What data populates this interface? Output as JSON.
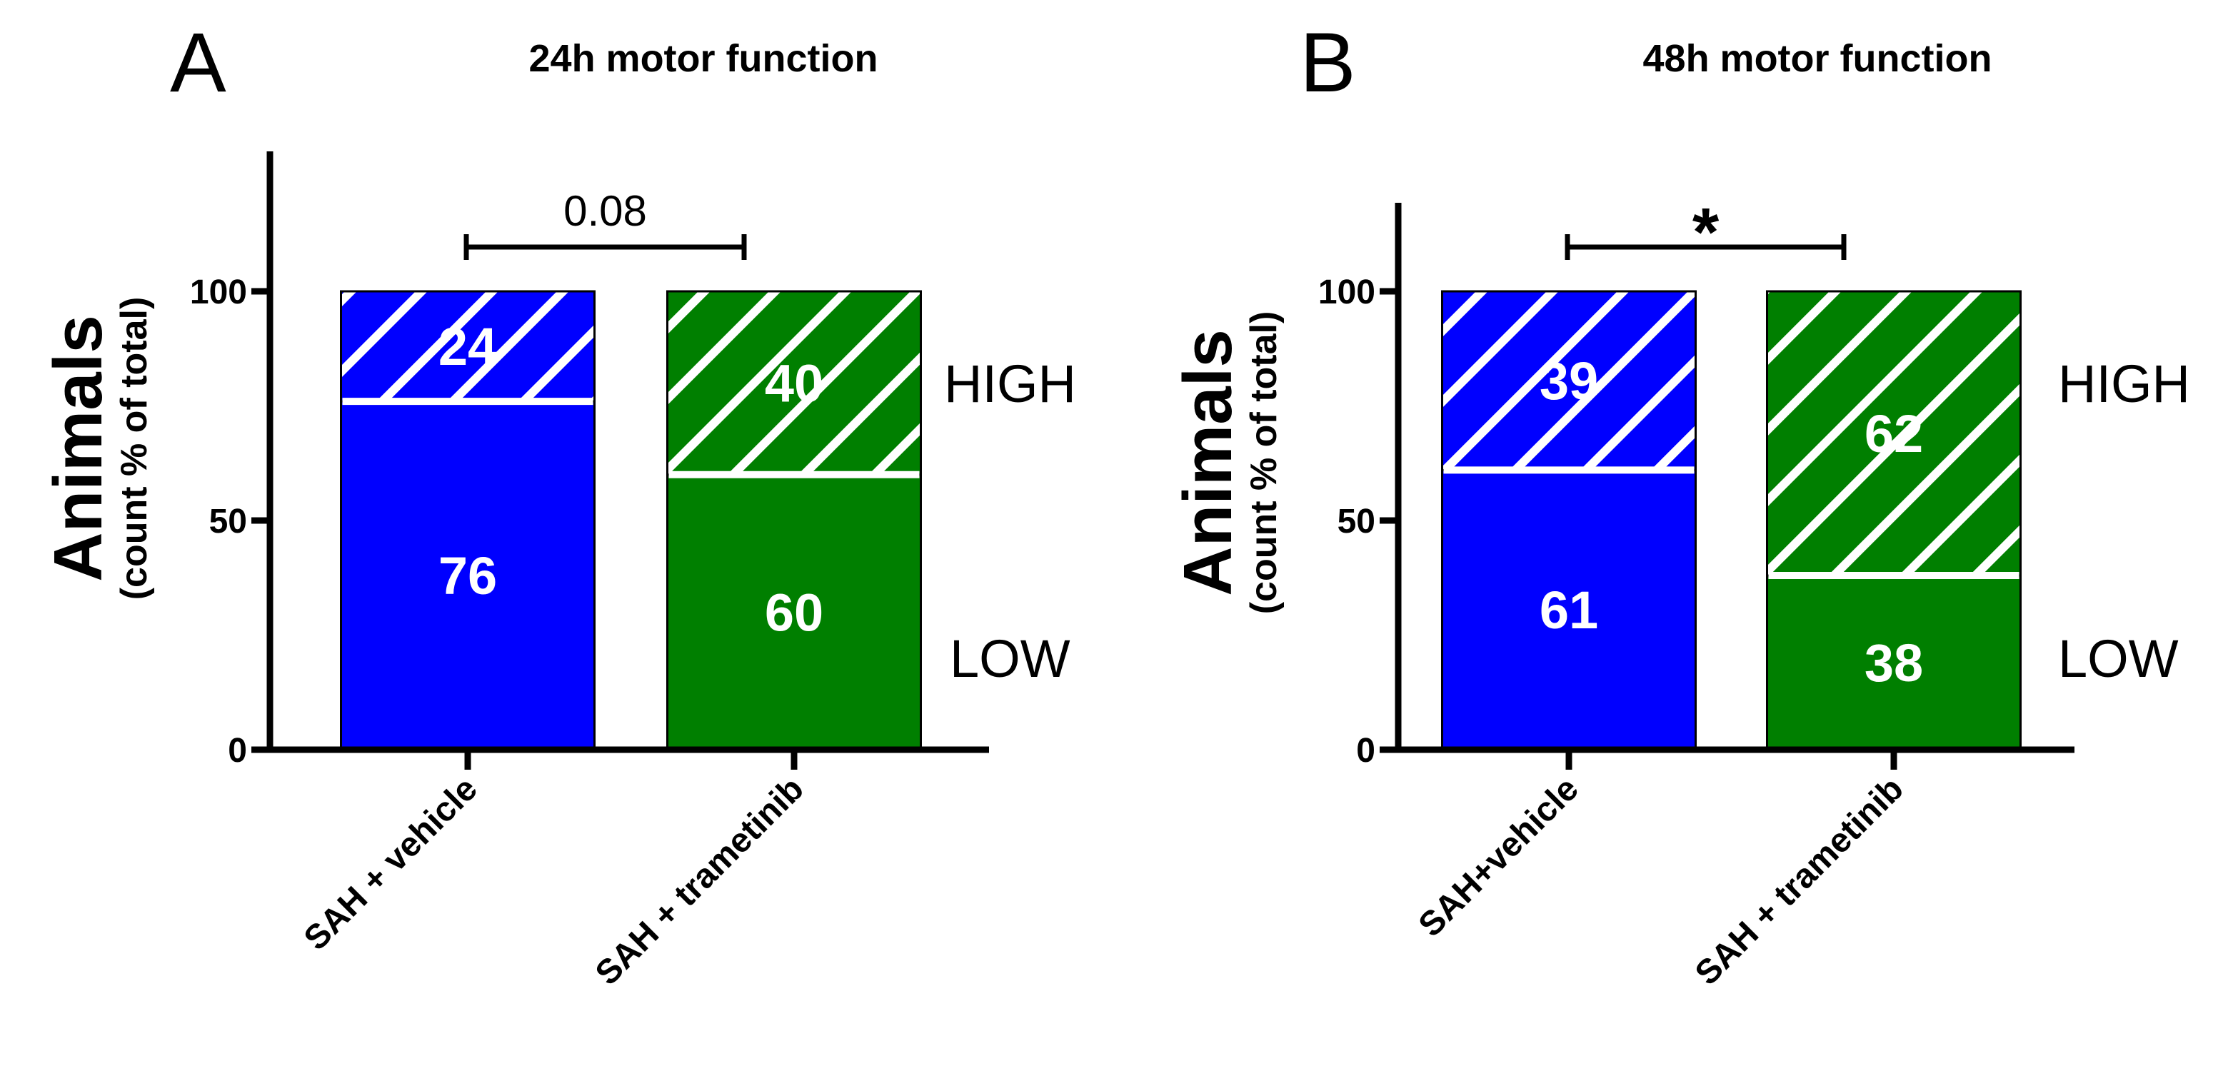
{
  "chart_data": [
    {
      "type": "bar",
      "stacked": true,
      "panel": "A",
      "title": "24h  motor function",
      "ylabel": "Animals",
      "ylabel_sub": "(count % of total)",
      "ylim": [
        0,
        130
      ],
      "yticks": [
        0,
        50,
        100
      ],
      "categories": [
        "SAH + vehicle",
        "SAH + trametinib"
      ],
      "colors": [
        "#0000ff",
        "#007f00"
      ],
      "series": [
        {
          "name": "LOW",
          "values": [
            76,
            60
          ],
          "pattern": "solid"
        },
        {
          "name": "HIGH",
          "values": [
            24,
            40
          ],
          "pattern": "hatched"
        }
      ],
      "value_labels": {
        "LOW": [
          "76",
          "60"
        ],
        "HIGH": [
          "24",
          "40"
        ]
      },
      "significance": {
        "label": "0.08",
        "between": [
          0,
          1
        ],
        "style": "text"
      }
    },
    {
      "type": "bar",
      "stacked": true,
      "panel": "B",
      "title": "48h  motor function",
      "ylabel": "Animals",
      "ylabel_sub": "(count % of total)",
      "ylim": [
        0,
        120
      ],
      "yticks": [
        0,
        50,
        100
      ],
      "categories": [
        "SAH+vehicle",
        "SAH + trametinib"
      ],
      "colors": [
        "#0000ff",
        "#007f00"
      ],
      "series": [
        {
          "name": "LOW",
          "values": [
            61,
            38
          ],
          "pattern": "solid"
        },
        {
          "name": "HIGH",
          "values": [
            39,
            62
          ],
          "pattern": "hatched"
        }
      ],
      "value_labels": {
        "LOW": [
          "61",
          "38"
        ],
        "HIGH": [
          "39",
          "62"
        ]
      },
      "significance": {
        "label": "*",
        "between": [
          0,
          1
        ],
        "style": "star"
      }
    }
  ]
}
